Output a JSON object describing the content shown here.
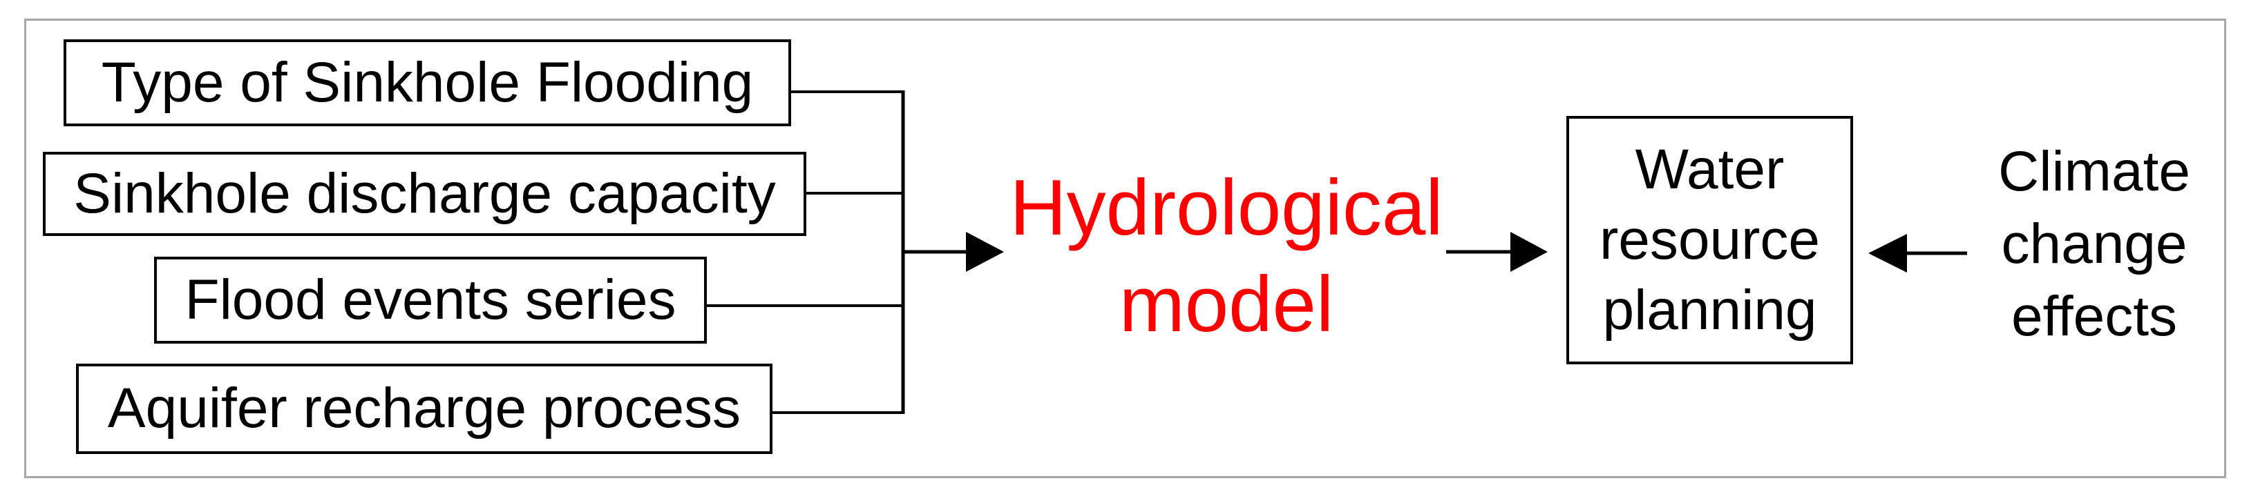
{
  "figure": {
    "inputs": [
      {
        "label": "Type of Sinkhole Flooding"
      },
      {
        "label": "Sinkhole discharge capacity"
      },
      {
        "label": "Flood events series"
      },
      {
        "label": "Aquifer recharge process"
      }
    ],
    "model": {
      "label": "Hydrological\nmodel"
    },
    "output": {
      "label": "Water\nresource\nplanning"
    },
    "external": {
      "label": "Climate\nchange\neffects"
    }
  },
  "colors": {
    "model_text_red": "#FF0000",
    "line_black": "#000000",
    "frame_gray": "#A7A7A7",
    "background": "#FFFFFF"
  }
}
